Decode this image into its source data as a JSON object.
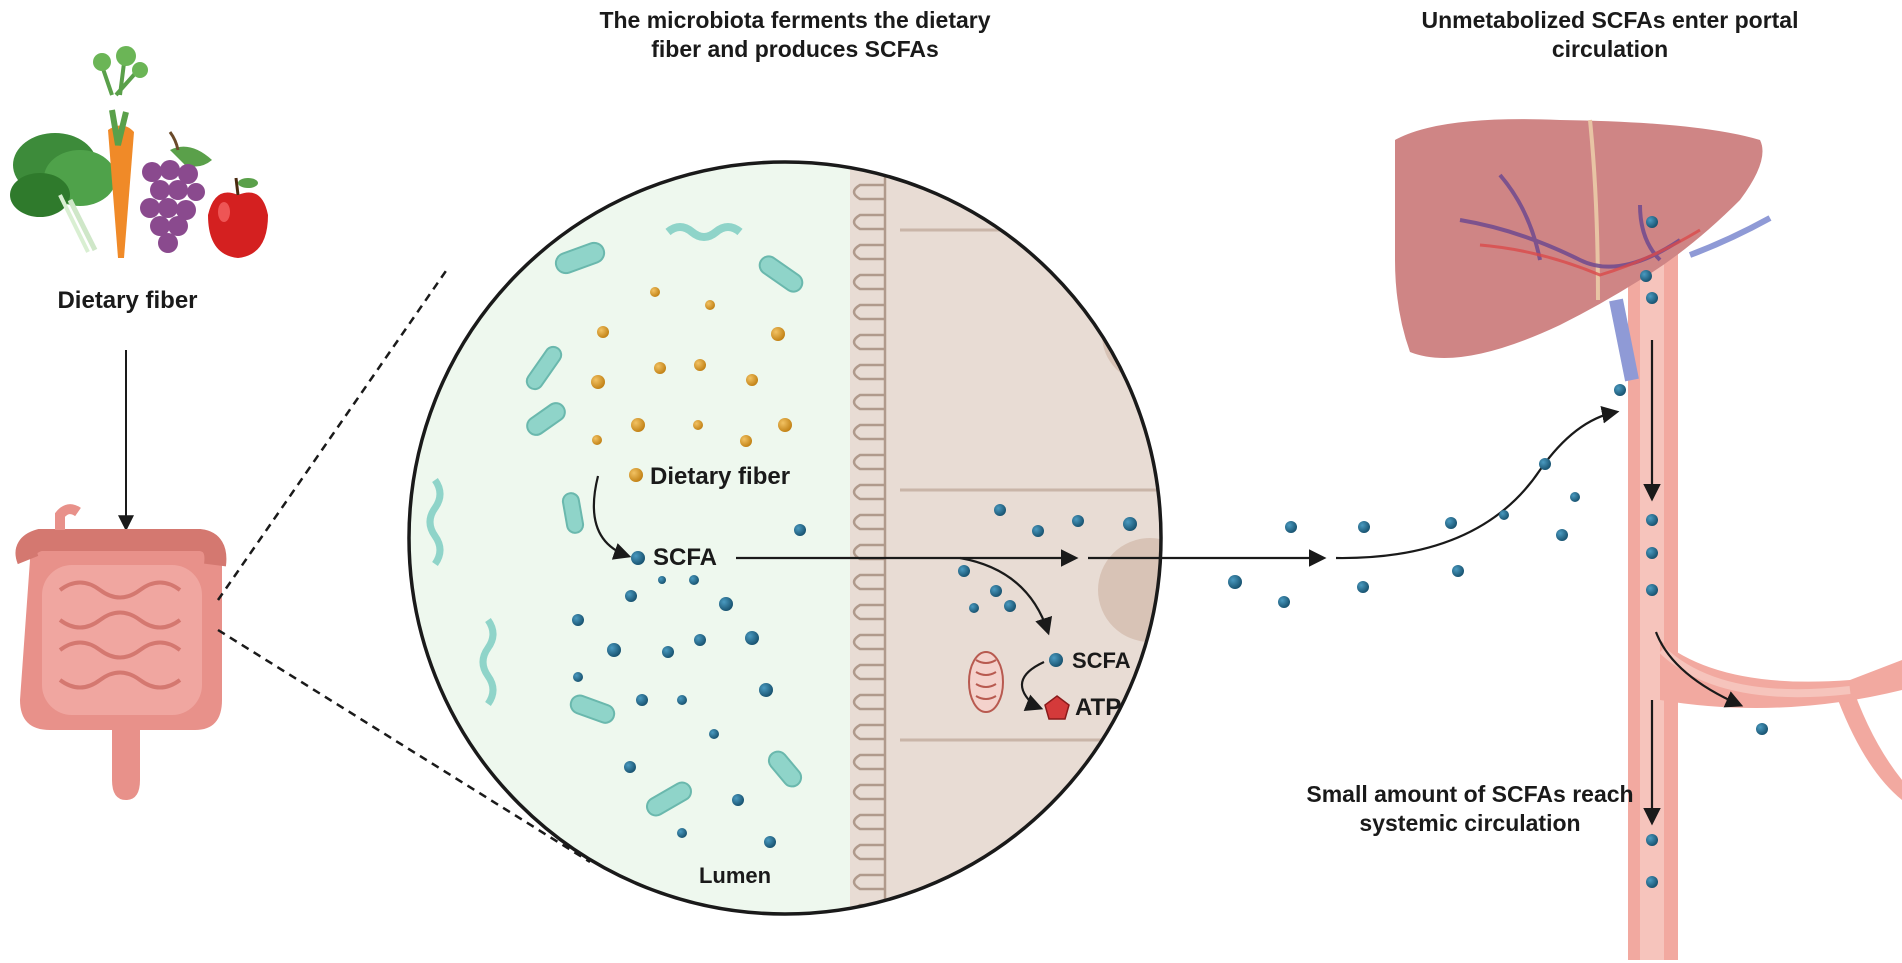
{
  "labels": {
    "fiber_top": "Dietary fiber",
    "fiber_inside": "Dietary fiber",
    "scfa_lumen": "SCFA",
    "scfa_cell": "SCFA",
    "atp": "ATP",
    "lumen": "Lumen",
    "title_center": "The microbiota ferments the dietary fiber and produces SCFAs",
    "title_right": "Unmetabolized SCFAs enter portal circulation",
    "systemic": "Small amount of SCFAs reach systemic circulation"
  },
  "colors": {
    "scfa_dot": "#1f5f7f",
    "fiber_dot": "#d4921e",
    "bacteria": "#8fd4c9",
    "lumen_bg": "#eef8ee",
    "epithelium_bg": "#e8dcd4",
    "vessel": "#f2a9a0",
    "liver": "#cf8585",
    "atp": "#d43a3a"
  },
  "icons": [
    "vegetables-icon",
    "intestine-icon",
    "liver-icon",
    "mitochondrion-icon",
    "bacteria-icon"
  ]
}
